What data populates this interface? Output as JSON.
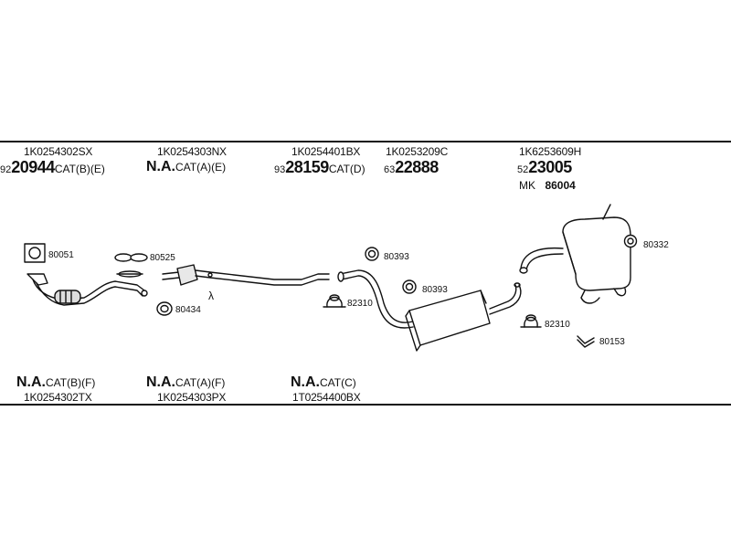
{
  "top_parts": [
    {
      "code": "1K0254302SX",
      "prefix": "92",
      "number": "20944",
      "suffix": "CAT(B)(E)"
    },
    {
      "code": "1K0254303NX",
      "prefix": "",
      "number": "N.A.",
      "suffix": "CAT(A)(E)"
    },
    {
      "code": "1K0254401BX",
      "prefix": "93",
      "number": "28159",
      "suffix": "CAT(D)"
    },
    {
      "code": "1K0253209C",
      "prefix": "63",
      "number": "22888",
      "suffix": ""
    },
    {
      "code": "1K6253609H",
      "prefix": "52",
      "number": "23005",
      "suffix": "",
      "extra_label": "MK",
      "extra_number": "86004"
    }
  ],
  "bottom_parts": [
    {
      "number": "N.A.",
      "suffix": "CAT(B)(F)",
      "code": "1K0254302TX"
    },
    {
      "number": "N.A.",
      "suffix": "CAT(A)(F)",
      "code": "1K0254303PX"
    },
    {
      "number": "N.A.",
      "suffix": "CAT(C)",
      "code": "1T0254400BX"
    }
  ],
  "part_tags": {
    "t80051": "80051",
    "t80525": "80525",
    "t80434": "80434",
    "lambda": "λ",
    "t80393a": "80393",
    "t80393b": "80393",
    "t82310a": "82310",
    "t82310b": "82310",
    "t80332": "80332",
    "t80153": "80153"
  },
  "colors": {
    "line": "#111111",
    "part_fill": "#ffffff",
    "shade": "#777777"
  }
}
